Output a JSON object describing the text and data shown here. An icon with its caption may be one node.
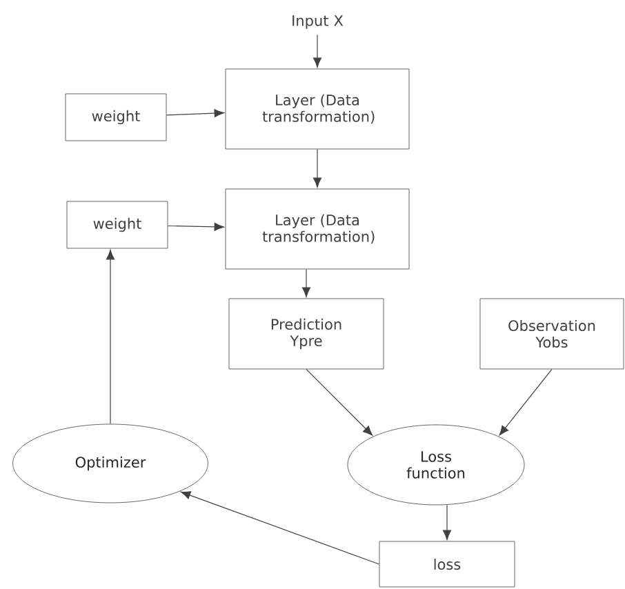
{
  "diagram": {
    "nodes": [
      {
        "text": [
          "Input X"
        ]
      },
      {
        "text": [
          "weight"
        ]
      },
      {
        "text": [
          "Layer (Data transformation)"
        ]
      },
      {
        "text": [
          "weight"
        ]
      },
      {
        "text": [
          "Layer (Data transformation)"
        ]
      },
      {
        "text": [
          "Prediction Ypre"
        ]
      },
      {
        "text": [
          "Observation Yobs"
        ]
      },
      {
        "text": [
          "Optimizer"
        ]
      },
      {
        "text": [
          "Loss function"
        ]
      },
      {
        "text": [
          "loss"
        ]
      }
    ],
    "edges": [
      {
        "from": 0,
        "to": 2,
        "arrow": "to"
      },
      {
        "from": 1,
        "to": 2,
        "arrow": "to"
      },
      {
        "from": 2,
        "to": 4,
        "arrow": "to"
      },
      {
        "from": 3,
        "to": 4,
        "arrow": "to"
      },
      {
        "from": 4,
        "to": 5,
        "arrow": "to"
      },
      {
        "from": 5,
        "to": 8,
        "arrow": "to"
      },
      {
        "from": 6,
        "to": 8,
        "arrow": "to"
      },
      {
        "from": 8,
        "to": 9,
        "arrow": "to"
      },
      {
        "from": 9,
        "to": 7,
        "arrow": "to"
      },
      {
        "from": 7,
        "to": 3,
        "arrow": "to"
      }
    ]
  }
}
